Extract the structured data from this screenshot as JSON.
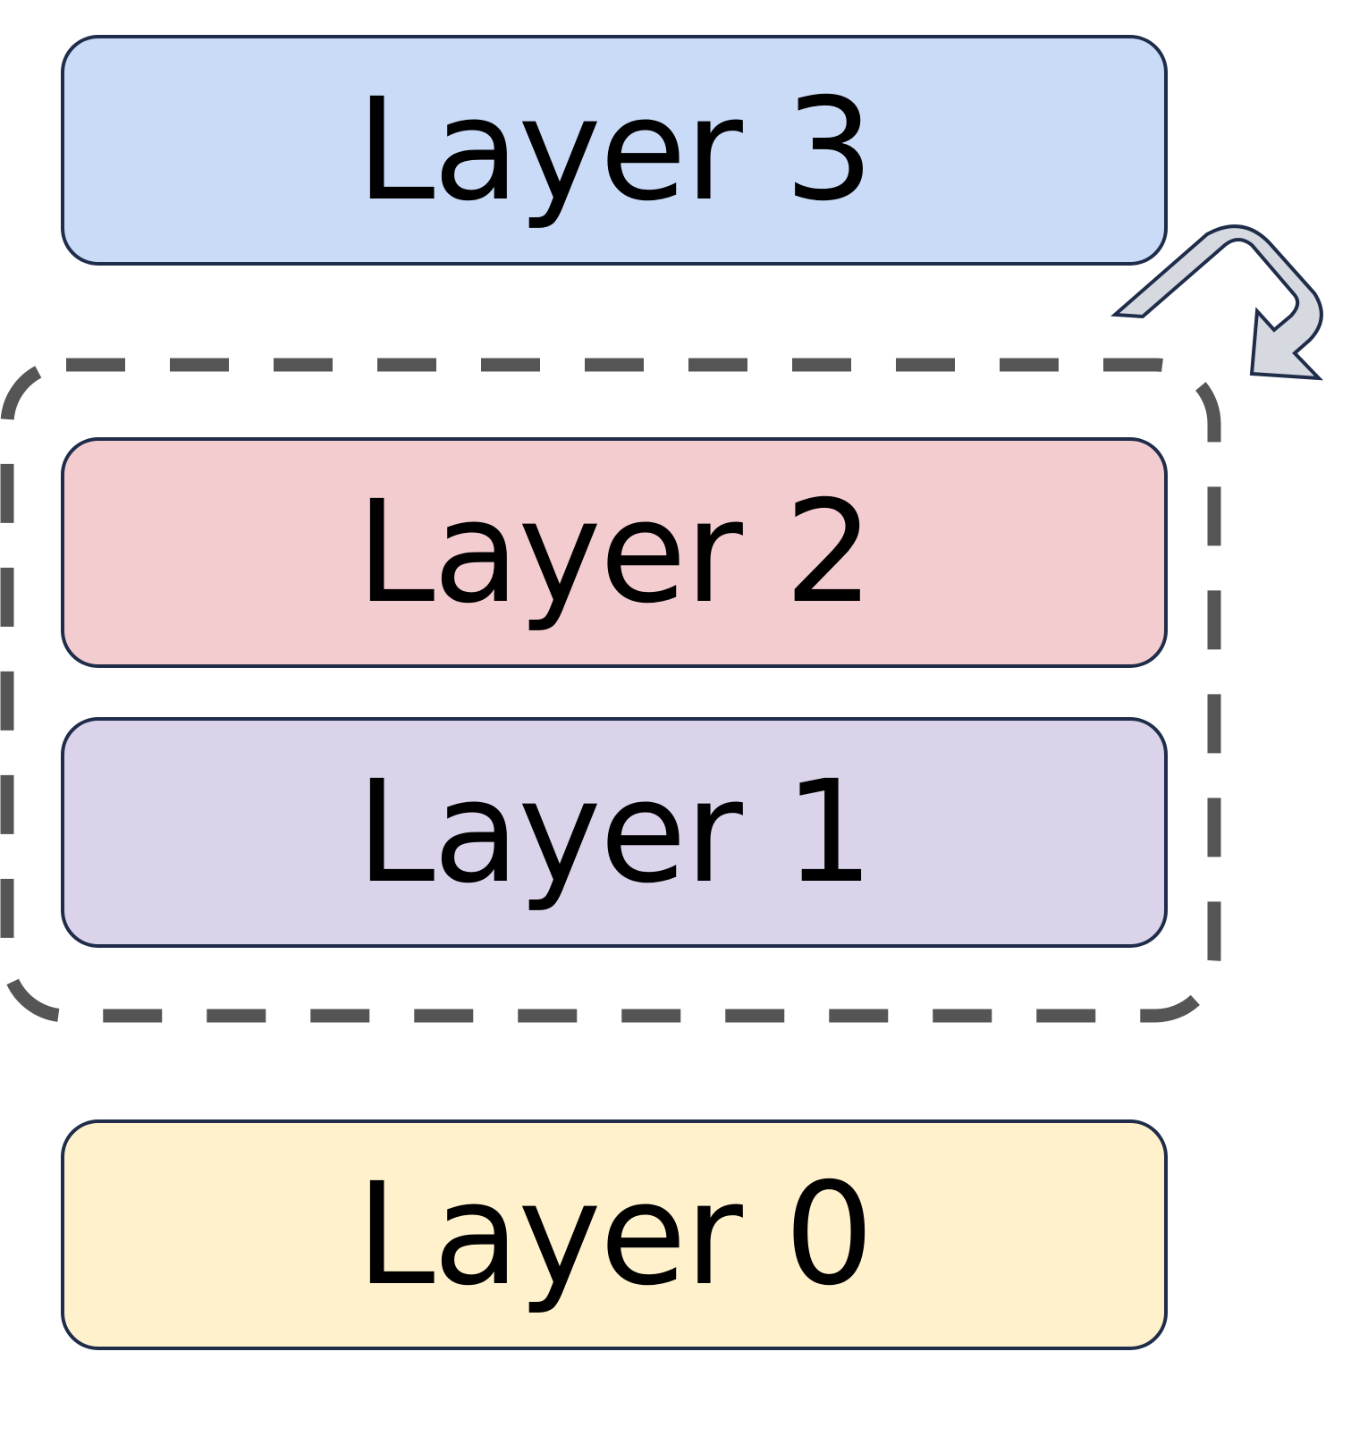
{
  "layers": [
    {
      "id": "layer3",
      "label": "Layer 3",
      "color": "#cadbf7"
    },
    {
      "id": "layer2",
      "label": "Layer 2",
      "color": "#f3cccf"
    },
    {
      "id": "layer1",
      "label": "Layer 1",
      "color": "#dad3ea"
    },
    {
      "id": "layer0",
      "label": "Layer 0",
      "color": "#fef1cc"
    }
  ],
  "colors": {
    "box_border": "#1f2d4a",
    "group_dash": "#555555",
    "arrow_fill": "#d6d9df",
    "arrow_stroke": "#1f2d4a"
  }
}
